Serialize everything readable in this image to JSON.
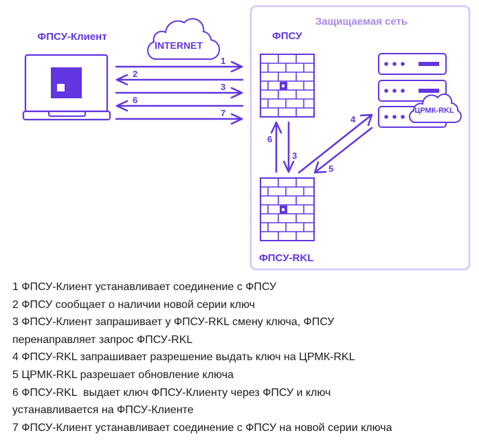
{
  "diagram": {
    "client_label": "ФПСУ-Клиент",
    "internet_label": "INTERNET",
    "protected_zone_label": "Защищаемая сеть",
    "fpsu_label": "ФПСУ",
    "fpsu_rkl_label": "ФПСУ-RKL",
    "cprmk_label": "ЦРМК-RKL",
    "colors": {
      "accent": "#6236e0",
      "zone_border": "#d9cdf7",
      "zone_title": "#a98ae8",
      "text": "#1a1a1a"
    },
    "client_arrows": [
      {
        "num": "1",
        "direction": "right"
      },
      {
        "num": "2",
        "direction": "left"
      },
      {
        "num": "3",
        "direction": "right"
      },
      {
        "num": "6",
        "direction": "left"
      },
      {
        "num": "7",
        "direction": "right"
      }
    ],
    "vertical_arrows": [
      {
        "num": "6",
        "direction": "up"
      },
      {
        "num": "3",
        "direction": "down"
      }
    ],
    "diagonal_arrows": [
      {
        "num": "4",
        "direction": "up-right"
      },
      {
        "num": "5",
        "direction": "down-left"
      }
    ]
  },
  "legend": [
    "1 ФПСУ-Клиент устанавливает соединение с ФПСУ",
    "2 ФПСУ сообщает о наличии новой серии ключ",
    "3 ФПСУ-Клиент запрашивает у ФПСУ-RKL смену ключа, ФПСУ",
    "перенаправляет запрос ФПСУ-RKL",
    "4 ФПСУ-RKL запрашивает разрешение выдать ключ на ЦРМК-RKL",
    "5 ЦРМК-RKL разрешает обновление ключа",
    "6 ФПСУ-RKL  выдает ключ ФПСУ-Клиенту через ФПСУ и ключ",
    "устанавливается на ФПСУ-Клиенте",
    "7 ФПСУ-Клиент устанавливает соединение с ФПСУ на новой серии ключа"
  ]
}
